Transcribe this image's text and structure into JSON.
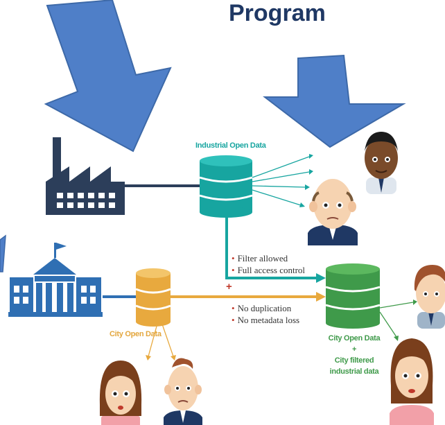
{
  "title": "Program",
  "labels": {
    "industrial_open_data": "Industrial Open Data",
    "city_open_data": "City Open Data",
    "merged_line1": "City Open Data",
    "merged_line2": "+",
    "merged_line3": "City filtered",
    "merged_line4": "industrial data"
  },
  "notes_top": [
    "Filter allowed",
    "Full access control"
  ],
  "plus_sign": "+",
  "notes_bottom": [
    "No duplication",
    "No metadata loss"
  ],
  "colors": {
    "big_arrow": "#4f7fc8",
    "factory": "#2c3e5a",
    "city_hall": "#2f6fb3",
    "industrial_db": "#17a5a0",
    "city_db": "#e8a93e",
    "merged_db": "#3f9a4a",
    "bullet": "#c0392b"
  },
  "icons": [
    "arrow-down-large-icon",
    "factory-icon",
    "city-hall-icon",
    "database-icon",
    "person-avatar-icon"
  ]
}
